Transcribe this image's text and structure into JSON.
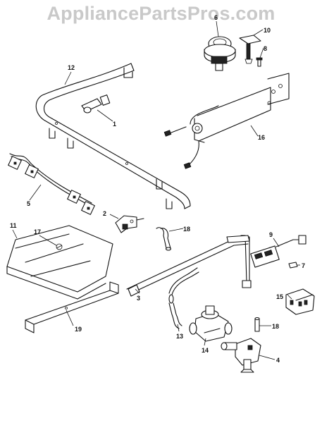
{
  "watermark": "AppliancePartsPros.com",
  "colors": {
    "line": "#111111",
    "watermark": "#c9c9c9",
    "background": "#ffffff"
  },
  "callouts": [
    "1",
    "2",
    "3",
    "4",
    "5",
    "6",
    "7",
    "8",
    "9",
    "10",
    "11",
    "12",
    "13",
    "14",
    "15",
    "16",
    "17",
    "18",
    "18",
    "19"
  ]
}
